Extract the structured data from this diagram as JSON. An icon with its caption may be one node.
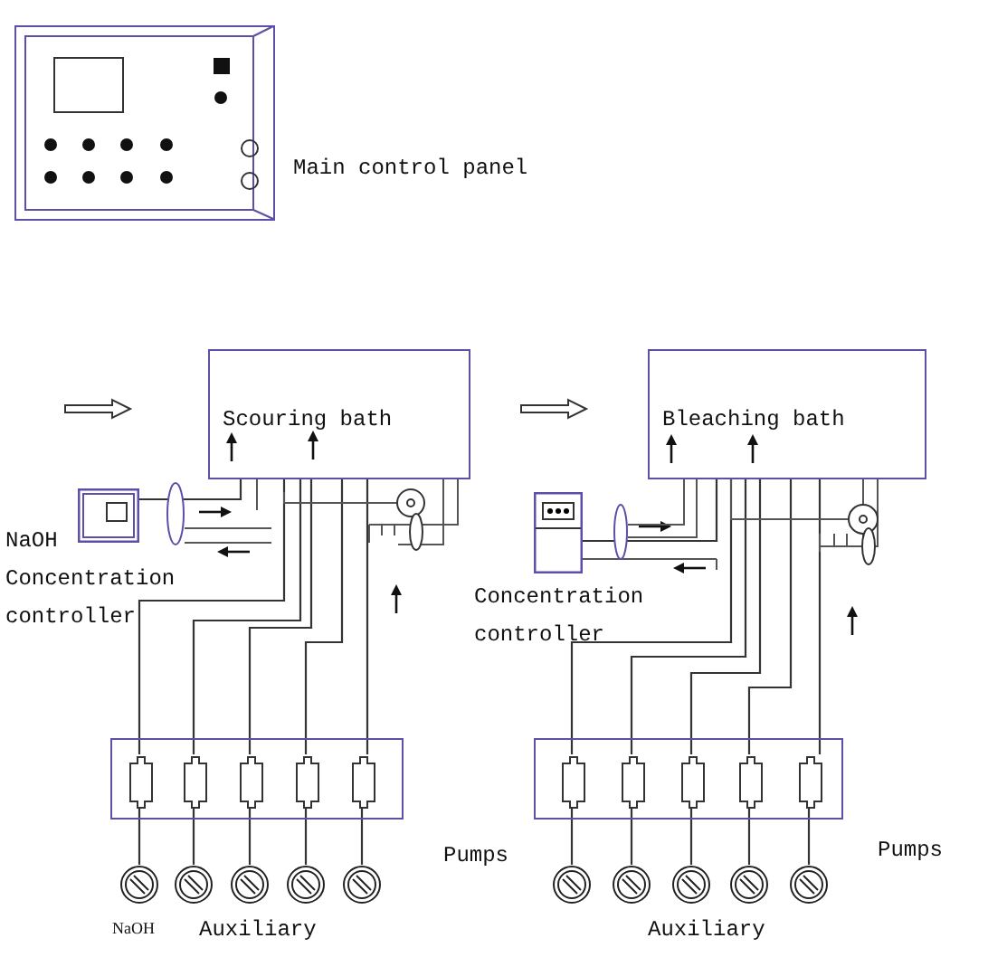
{
  "diagram": {
    "nodes": [
      {
        "text": [],
        "shape": "box",
        "beside": [
          "Main control panel"
        ]
      },
      {
        "text": [
          "Scouring bath"
        ]
      },
      {
        "text": [],
        "shape": "box",
        "beside": [
          "NaOH Concentration controller"
        ]
      },
      {
        "text": [],
        "shape": "box",
        "beside": [
          "Pumps"
        ]
      },
      {
        "text": [],
        "shape": "box",
        "in": 3
      },
      {
        "text": [],
        "shape": "box",
        "in": 3
      },
      {
        "text": [],
        "shape": "box",
        "in": 3
      },
      {
        "text": [],
        "shape": "box",
        "in": 3
      },
      {
        "text": [],
        "shape": "box",
        "in": 3
      },
      {
        "text": [],
        "shape": "circle",
        "beside": [
          "NaOH"
        ]
      },
      {
        "text": [],
        "shape": "circle"
      },
      {
        "text": [],
        "shape": "circle"
      },
      {
        "text": [],
        "shape": "circle"
      },
      {
        "text": [],
        "shape": "circle"
      },
      {
        "text": [
          "Bleaching bath"
        ]
      },
      {
        "text": [],
        "shape": "box",
        "beside": [
          "Concentration controller"
        ]
      },
      {
        "text": [],
        "shape": "box",
        "beside": [
          "Pumps"
        ]
      },
      {
        "text": [],
        "shape": "box",
        "in": 16
      },
      {
        "text": [],
        "shape": "box",
        "in": 16
      },
      {
        "text": [],
        "shape": "box",
        "in": 16
      },
      {
        "text": [],
        "shape": "box",
        "in": 16
      },
      {
        "text": [],
        "shape": "box",
        "in": 16
      },
      {
        "text": [],
        "shape": "circle"
      },
      {
        "text": [],
        "shape": "circle"
      },
      {
        "text": [],
        "shape": "circle"
      },
      {
        "text": [],
        "shape": "circle"
      },
      {
        "text": [],
        "shape": "circle"
      }
    ],
    "edges": [
      {
        "from": 2,
        "to": 1,
        "arrow": "none"
      },
      {
        "from": 4,
        "to": 1,
        "arrow": "none"
      },
      {
        "from": 5,
        "to": 1,
        "arrow": "none"
      },
      {
        "from": 6,
        "to": 1,
        "arrow": "none"
      },
      {
        "from": 7,
        "to": 1,
        "arrow": "none"
      },
      {
        "from": 8,
        "to": 1,
        "arrow": "none"
      },
      {
        "from": 9,
        "to": 4,
        "arrow": "none"
      },
      {
        "from": 10,
        "to": 5,
        "arrow": "none"
      },
      {
        "from": 11,
        "to": 6,
        "arrow": "none"
      },
      {
        "from": 12,
        "to": 7,
        "arrow": "none"
      },
      {
        "from": 13,
        "to": 8,
        "arrow": "none"
      },
      {
        "from": 15,
        "to": 14,
        "arrow": "none"
      },
      {
        "from": 17,
        "to": 14,
        "arrow": "none"
      },
      {
        "from": 18,
        "to": 14,
        "arrow": "none"
      },
      {
        "from": 19,
        "to": 14,
        "arrow": "none"
      },
      {
        "from": 20,
        "to": 14,
        "arrow": "none"
      },
      {
        "from": 21,
        "to": 14,
        "arrow": "none"
      },
      {
        "from": 22,
        "to": 17,
        "arrow": "none"
      },
      {
        "from": 23,
        "to": 18,
        "arrow": "none"
      },
      {
        "from": 24,
        "to": 19,
        "arrow": "none"
      },
      {
        "from": 25,
        "to": 20,
        "arrow": "none"
      },
      {
        "from": 26,
        "to": 21,
        "arrow": "none"
      }
    ],
    "labels": [
      "Auxiliary",
      "Auxiliary"
    ]
  }
}
